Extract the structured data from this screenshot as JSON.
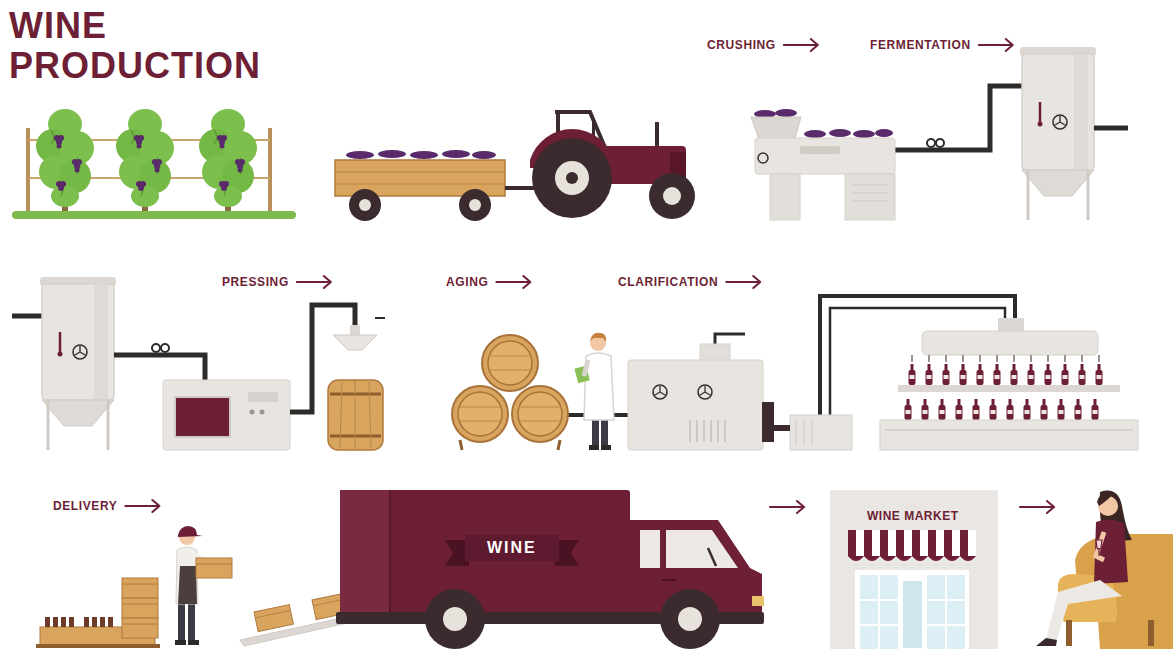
{
  "diagram": {
    "title": "WINE PRODUCTION",
    "nodes": [
      {
        "text": [
          "WINE"
        ]
      },
      {
        "text": [
          "WINE MARKET"
        ]
      }
    ],
    "labels": [
      "CRUSHING",
      "FERMENTATION",
      "PRESSING",
      "AGING",
      "CLARIFICATION",
      "DELIVERY"
    ]
  }
}
